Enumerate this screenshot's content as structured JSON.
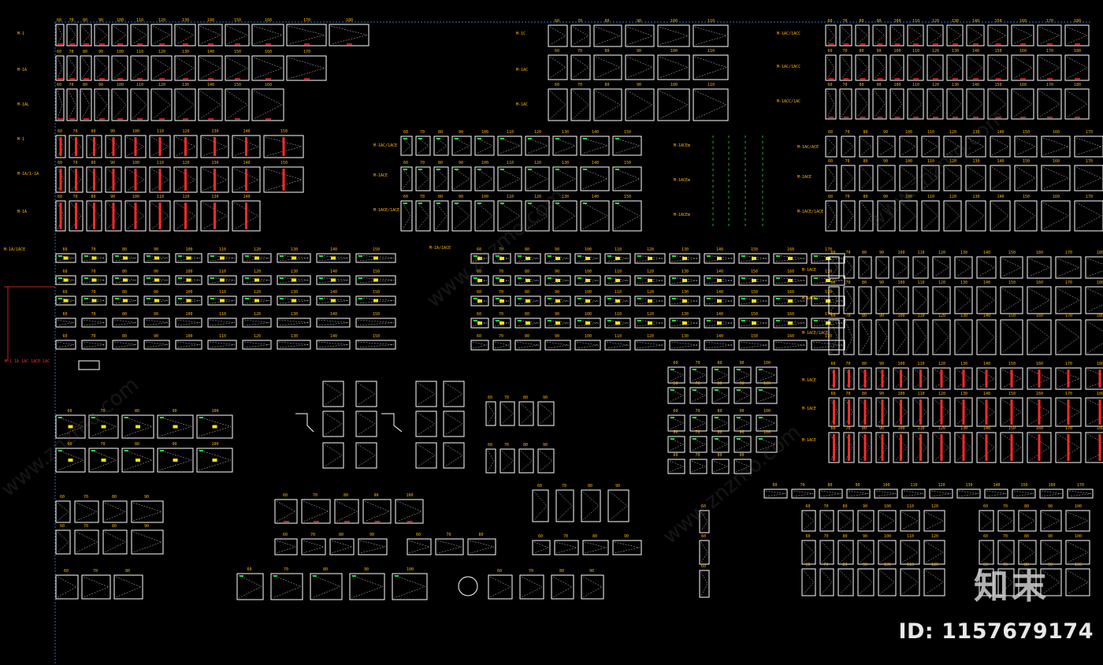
{
  "watermark": {
    "logo_text": "知末",
    "id_text": "ID: 1157679174",
    "diag_text": "www.znzmo.com"
  },
  "labels": {
    "sec_a": [
      "M-1",
      "M-1A",
      "M-1AL"
    ],
    "sec_b": [
      "M-1C",
      "M-1AC",
      "M-1AC"
    ],
    "sec_c": [
      "M-1AC/1ACC",
      "M-1AC/1ACC",
      "M-1ACC/1AC"
    ],
    "sec_d": [
      "M-1",
      "M-1A/1-1A",
      "M-1A"
    ],
    "sec_e": [
      "M-1AC/1ACE",
      "M-1ACE",
      "M-1ACE/1ACE"
    ],
    "sec_f": [
      "M-1ACEm",
      "M-1ACEm",
      "M-1ACEm"
    ],
    "sec_g": [
      "M-1AC/ACE",
      "M-1ACE",
      "M-1ACE/1ACE"
    ],
    "sec_h": [
      "M-1A/1ACE",
      "M-1A/1ACE"
    ],
    "sec_i": [
      "M-1ACE",
      "M-1ACE",
      "M-1ACE/1ACE"
    ],
    "sec_j": [
      "M-1ACE",
      "M-1ACE",
      "M-1ACE"
    ],
    "red_note": "M-1 1A 1AC 1ACE 1AC"
  },
  "colors": {
    "bg": "#000000",
    "line": "#ffffff",
    "dash": "#c8c8c8",
    "label": "#ffb400",
    "accent_red": "#ff2a2a",
    "accent_green": "#22dd44",
    "accent_yellow": "#ffe600",
    "guide": "#3aa0ff"
  }
}
